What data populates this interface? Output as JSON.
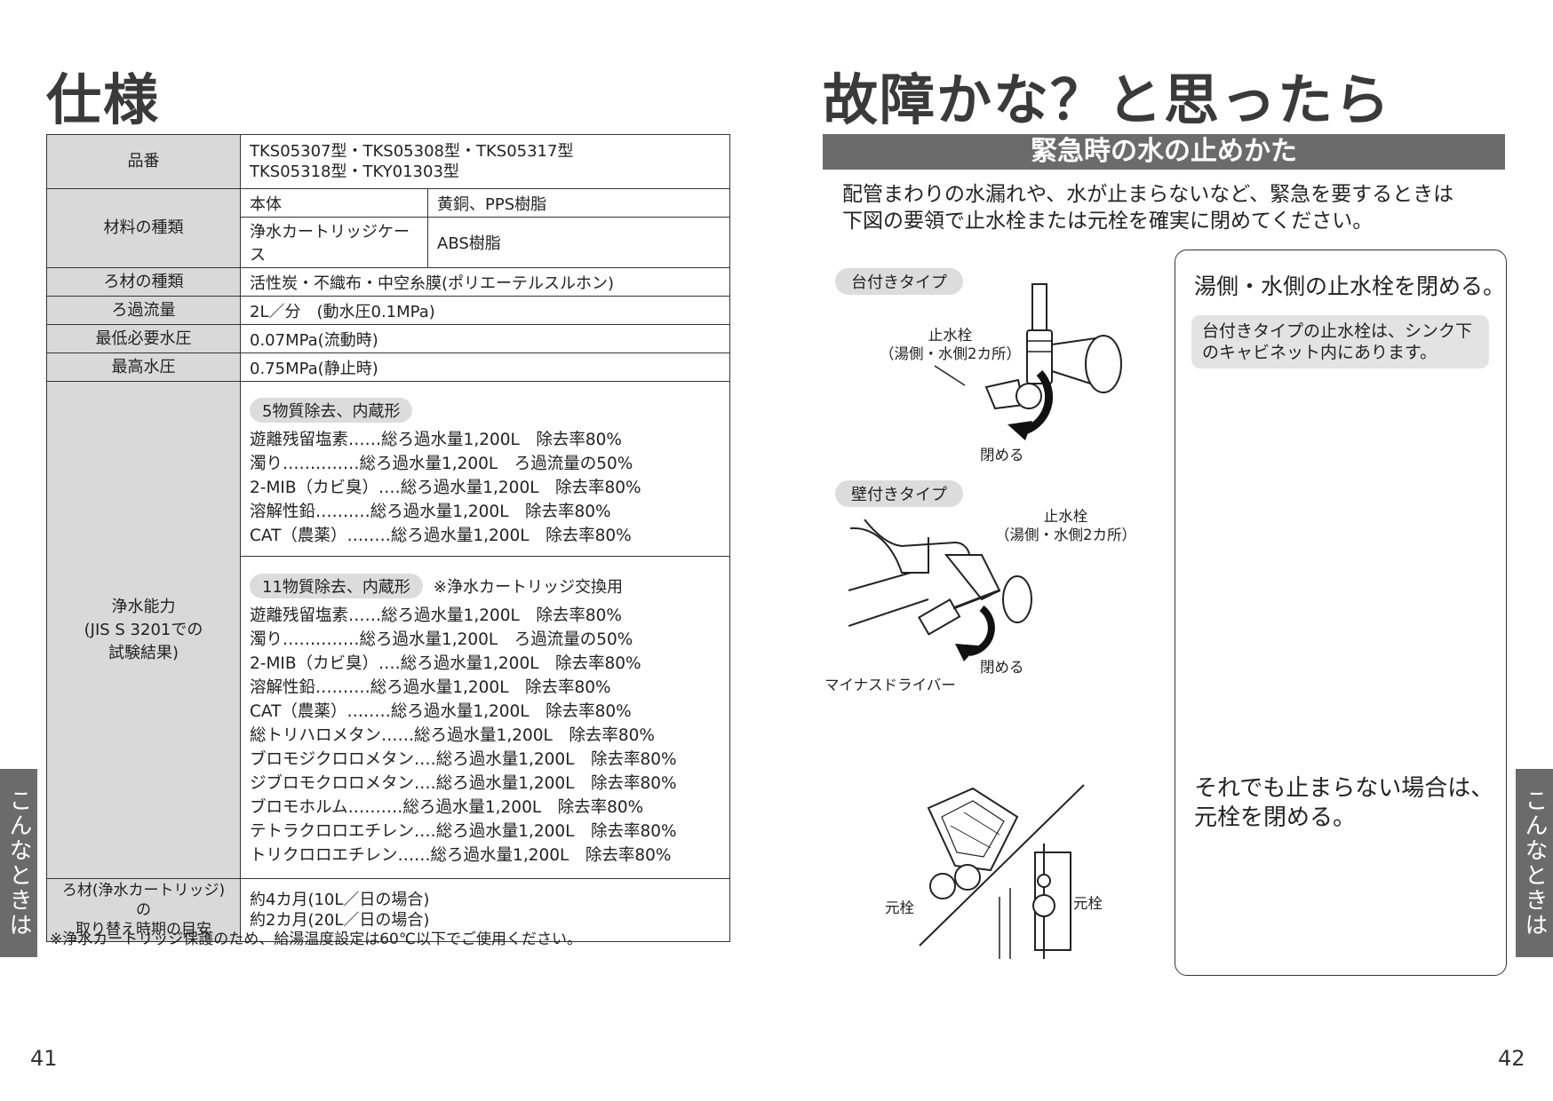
{
  "left": {
    "title": "仕様",
    "rows": {
      "hinban": {
        "label": "品番",
        "value": "TKS05307型・TKS05308型・TKS05317型\nTKS05318型・TKY01303型"
      },
      "material": {
        "label": "材料の種類",
        "r1_name": "本体",
        "r1_value": "黄銅、PPS樹脂",
        "r2_name": "浄水カートリッジケース",
        "r2_value": "ABS樹脂"
      },
      "filter": {
        "label": "ろ材の種類",
        "value": "活性炭・不織布・中空糸膜(ポリエーテルスルホン)"
      },
      "flow": {
        "label": "ろ過流量",
        "value": "2L／分　(動水圧0.1MPa)"
      },
      "minp": {
        "label": "最低必要水圧",
        "value": "0.07MPa(流動時)"
      },
      "maxp": {
        "label": "最高水圧",
        "value": "0.75MPa(静止時)"
      },
      "capacity": {
        "label": "浄水能力\n(JIS S 3201での\n試験結果)",
        "group1_pill": "5物質除去、内蔵形",
        "group1_list": "遊離残留塩素‥‥‥総ろ過水量1,200L　除去率80%\n濁り‥‥‥‥‥‥‥総ろ過水量1,200L　ろ過流量の50%\n2-MIB（カビ臭）‥‥総ろ過水量1,200L　除去率80%\n溶解性鉛‥‥‥‥‥総ろ過水量1,200L　除去率80%\nCAT（農薬）‥‥‥‥総ろ過水量1,200L　除去率80%",
        "group2_pill": "11物質除去、内蔵形",
        "group2_note": "※浄水カートリッジ交換用",
        "group2_list": "遊離残留塩素‥‥‥総ろ過水量1,200L　除去率80%\n濁り‥‥‥‥‥‥‥総ろ過水量1,200L　ろ過流量の50%\n2-MIB（カビ臭）‥‥総ろ過水量1,200L　除去率80%\n溶解性鉛‥‥‥‥‥総ろ過水量1,200L　除去率80%\nCAT（農薬）‥‥‥‥総ろ過水量1,200L　除去率80%\n総トリハロメタン‥‥‥総ろ過水量1,200L　除去率80%\nブロモジクロロメタン‥‥総ろ過水量1,200L　除去率80%\nジブロモクロロメタン‥‥総ろ過水量1,200L　除去率80%\nブロモホルム‥‥‥‥‥総ろ過水量1,200L　除去率80%\nテトラクロロエチレン‥‥総ろ過水量1,200L　除去率80%\nトリクロロエチレン‥‥‥総ろ過水量1,200L　除去率80%"
      },
      "replace": {
        "label": "ろ材(浄水カートリッジ)の\n取り替え時期の目安",
        "value": "約4カ月(10L／日の場合)\n約2カ月(20L／日の場合)"
      }
    },
    "footnote": "※浄水カートリッジ保護のため、給湯温度設定は60℃以下でご使用ください。",
    "page_number": "41",
    "side_tab": "こんなときは"
  },
  "right": {
    "title": "故障かな？と思ったら",
    "banner": "緊急時の水の止めかた",
    "intro": "配管まわりの水漏れや、水が止まらないなど、緊急を要するときは\n下図の要領で止水栓または元栓を確実に閉めてください。",
    "type1_label": "台付きタイプ",
    "type1_valve_label": "止水栓\n（湯側・水側2カ所）",
    "type1_close": "閉める",
    "type2_label": "壁付きタイプ",
    "type2_valve_label": "止水栓\n（湯側・水側2カ所）",
    "type2_close": "閉める",
    "type2_tool": "マイナスドライバー",
    "main_valve_left": "元栓",
    "main_valve_right": "元栓",
    "box_heading": "湯側・水側の止水栓を閉める。",
    "box_note": "台付きタイプの止水栓は、シンク下のキャビネット内にあります。",
    "box_heading2": "それでも止まらない場合は、\n元栓を閉める。",
    "page_number": "42",
    "side_tab": "こんなときは"
  }
}
